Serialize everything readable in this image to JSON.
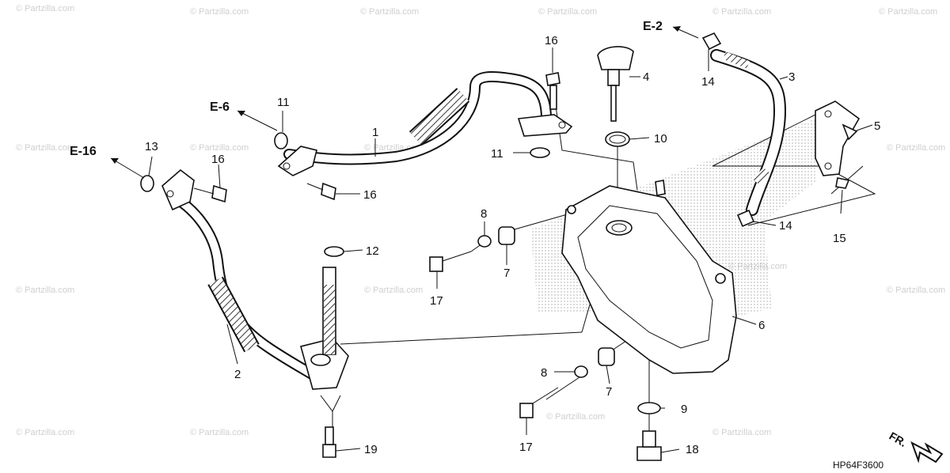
{
  "diagram": {
    "watermark": "© Partzilla.com",
    "figure_code": "HP64F3600",
    "direction_label": "FR.",
    "refs": {
      "e2": "E-2",
      "e6": "E-6",
      "e16": "E-16"
    },
    "callouts": {
      "c1": "1",
      "c2": "2",
      "c3": "3",
      "c4": "4",
      "c5": "5",
      "c6": "6",
      "c7a": "7",
      "c7b": "7",
      "c8a": "8",
      "c8b": "8",
      "c9": "9",
      "c10": "10",
      "c11a": "11",
      "c11b": "11",
      "c12": "12",
      "c13": "13",
      "c14a": "14",
      "c14b": "14",
      "c15": "15",
      "c16a": "16",
      "c16b": "16",
      "c16c": "16",
      "c17a": "17",
      "c17b": "17",
      "c18": "18",
      "c19": "19"
    }
  }
}
